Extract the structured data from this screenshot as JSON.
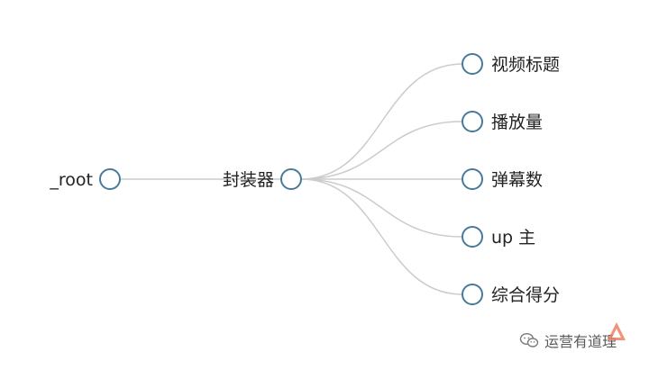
{
  "tree": {
    "root": {
      "label": "_root"
    },
    "hub": {
      "label": "封装器"
    },
    "leaves": [
      {
        "label": "视频标题"
      },
      {
        "label": "播放量"
      },
      {
        "label": "弹幕数"
      },
      {
        "label": "up 主"
      },
      {
        "label": "综合得分"
      }
    ]
  },
  "colors": {
    "node_stroke": "#4a7a9a",
    "link": "#cccccc",
    "text": "#222222",
    "watermark_text": "#5a5a5a",
    "watermark_accent": "#f08060"
  },
  "watermark": {
    "icon": "wechat-icon",
    "text": "运营有道理"
  }
}
